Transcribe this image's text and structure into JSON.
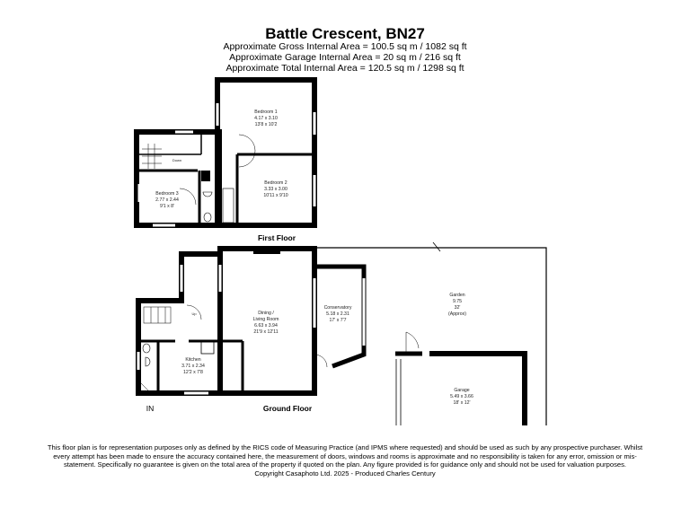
{
  "header": {
    "title": "Battle Crescent, BN27",
    "areas": [
      "Approximate Gross Internal Area = 100.5 sq m / 1082 sq ft",
      "Approximate Garage Internal Area = 20 sq m / 216 sq ft",
      "Approximate Total Internal Area = 120.5 sq m / 1298 sq ft"
    ]
  },
  "first_floor": {
    "label": "First Floor",
    "stairs_label": "Down",
    "rooms": [
      {
        "name": "Bedroom 1",
        "metric": "4.17 x 3.10",
        "imperial": "13'8 x 10'2"
      },
      {
        "name": "Bedroom 2",
        "metric": "3.33 x 3.00",
        "imperial": "10'11 x 9'10"
      },
      {
        "name": "Bedroom 3",
        "metric": "2.77 x 2.44",
        "imperial": "9'1 x 8'"
      }
    ]
  },
  "ground_floor": {
    "label": "Ground Floor",
    "entrance_label": "IN",
    "stairs_label": "Up",
    "rooms": [
      {
        "name": "Dining /",
        "name2": "Living Room",
        "metric": "6.63 x 3.94",
        "imperial": "21'9 x 12'11"
      },
      {
        "name": "Conservatory",
        "metric": "5.18 x 2.31",
        "imperial": "17' x 7'7"
      },
      {
        "name": "Kitchen",
        "metric": "3.71 x 2.34",
        "imperial": "12'2 x 7'8"
      },
      {
        "name": "Garden",
        "metric": "9.75",
        "imperial": "32'",
        "note": "(Approx)"
      },
      {
        "name": "Garage",
        "metric": "5.49 x 3.66",
        "imperial": "18' x 12'"
      }
    ]
  },
  "footer": {
    "disclaimer": "This floor plan is for representation purposes only as defined by the RICS code of Measuring Practice (and IPMS where requested) and should be used as such by any prospective purchaser. Whilst every attempt has been made to ensure the accuracy contained here, the measurement of doors, windows and rooms is approximate and no responsibility is taken for any error, omission or mis-statement. Specifically no guarantee is given on the total area of the property if quoted on the plan. Any figure provided is for guidance only and should not be used for valuation purposes.",
    "copyright": "Copyright Casaphoto Ltd. 2025 - Produced Charles Century"
  }
}
